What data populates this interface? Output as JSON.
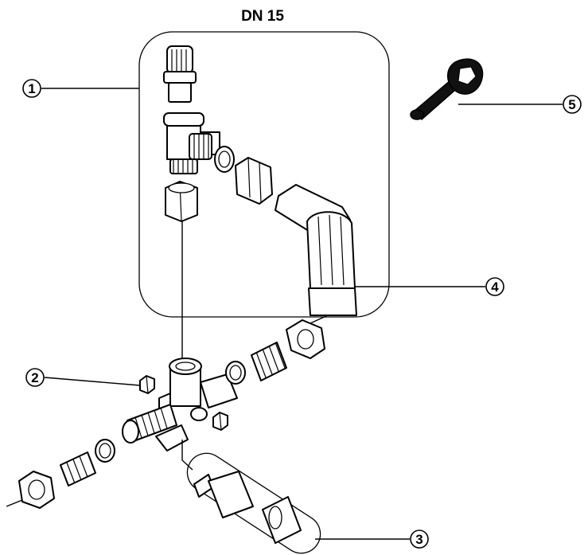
{
  "title": "DN 15",
  "callouts": [
    {
      "id": "1",
      "label": "1"
    },
    {
      "id": "2",
      "label": "2"
    },
    {
      "id": "3",
      "label": "3"
    },
    {
      "id": "4",
      "label": "4"
    },
    {
      "id": "5",
      "label": "5"
    }
  ],
  "icons": {
    "wrench": "wrench-icon"
  }
}
